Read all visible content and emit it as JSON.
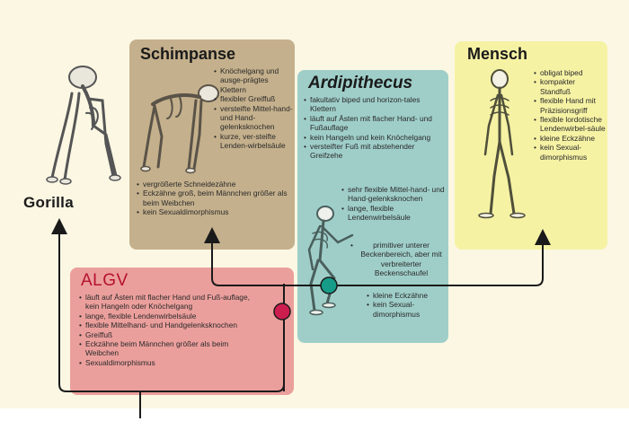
{
  "colors": {
    "background": "#fbf7e3",
    "chimp_box": "#c4b08c",
    "ardi_box": "#9fcec9",
    "human_box": "#f6f2a4",
    "algv_box": "#eb9f9c",
    "node_red": "#cc1d4f",
    "node_teal": "#169c88",
    "line": "#1a1a1a"
  },
  "gorilla": {
    "label": "Gorilla",
    "icon": "gorilla-skeleton"
  },
  "schimpanse": {
    "title": "Schimpanse",
    "icon": "chimpanzee-skeleton",
    "traits_side": [
      "Knöchelgang und ausge-prägtes Klettern",
      "flexibler Greiffuß",
      "versteifte Mittel-hand- und Hand-gelenksknochen",
      "kurze, ver-steifte Lenden-wirbelsäule"
    ],
    "traits_bottom": [
      "vergrößerte Schneidezähne",
      "Eckzähne groß, beim Männchen größer als beim Weibchen",
      "kein Sexualdimorphismus"
    ]
  },
  "ardipithecus": {
    "title": "Ardipithecus",
    "icon": "ardipithecus-skeleton",
    "traits_top": [
      "fakultativ biped und horizon-tales Klettern",
      "läuft auf Ästen mit flacher Hand- und Fußauflage",
      "kein Hangeln und kein Knöchelgang",
      "versteifter Fuß mit abstehender Greifzehe"
    ],
    "traits_side": [
      "sehr flexible Mittel-hand- und Hand-gelenksknochen",
      "lange, flexible Lendenwirbelsäule"
    ],
    "trait_pelvis": "primitiver unterer Beckenbereich, aber mit verbreiterter Beckenschaufel",
    "traits_bottom": [
      "kleine Eckzähne",
      "kein Sexual-dimorphismus"
    ]
  },
  "mensch": {
    "title": "Mensch",
    "icon": "human-skeleton",
    "traits": [
      "obligat biped",
      "kompakter Standfuß",
      "flexible Hand mit Präzisionsgriff",
      "flexible lordotische Lendenwirbel-säule",
      "kleine Eckzähne",
      "kein Sexual-dimorphismus"
    ]
  },
  "algv": {
    "title": "ALGV",
    "traits": [
      "läuft auf Ästen mit flacher Hand und Fuß-auflage, kein Hangeln oder Knöchelgang",
      "lange, flexible Lendenwirbelsäule",
      "flexible Mittelhand- und Handgelenksknochen",
      "Greiffuß",
      "Eckzähne beim Männchen größer als beim Weibchen",
      "Sexualdimorphismus"
    ]
  }
}
